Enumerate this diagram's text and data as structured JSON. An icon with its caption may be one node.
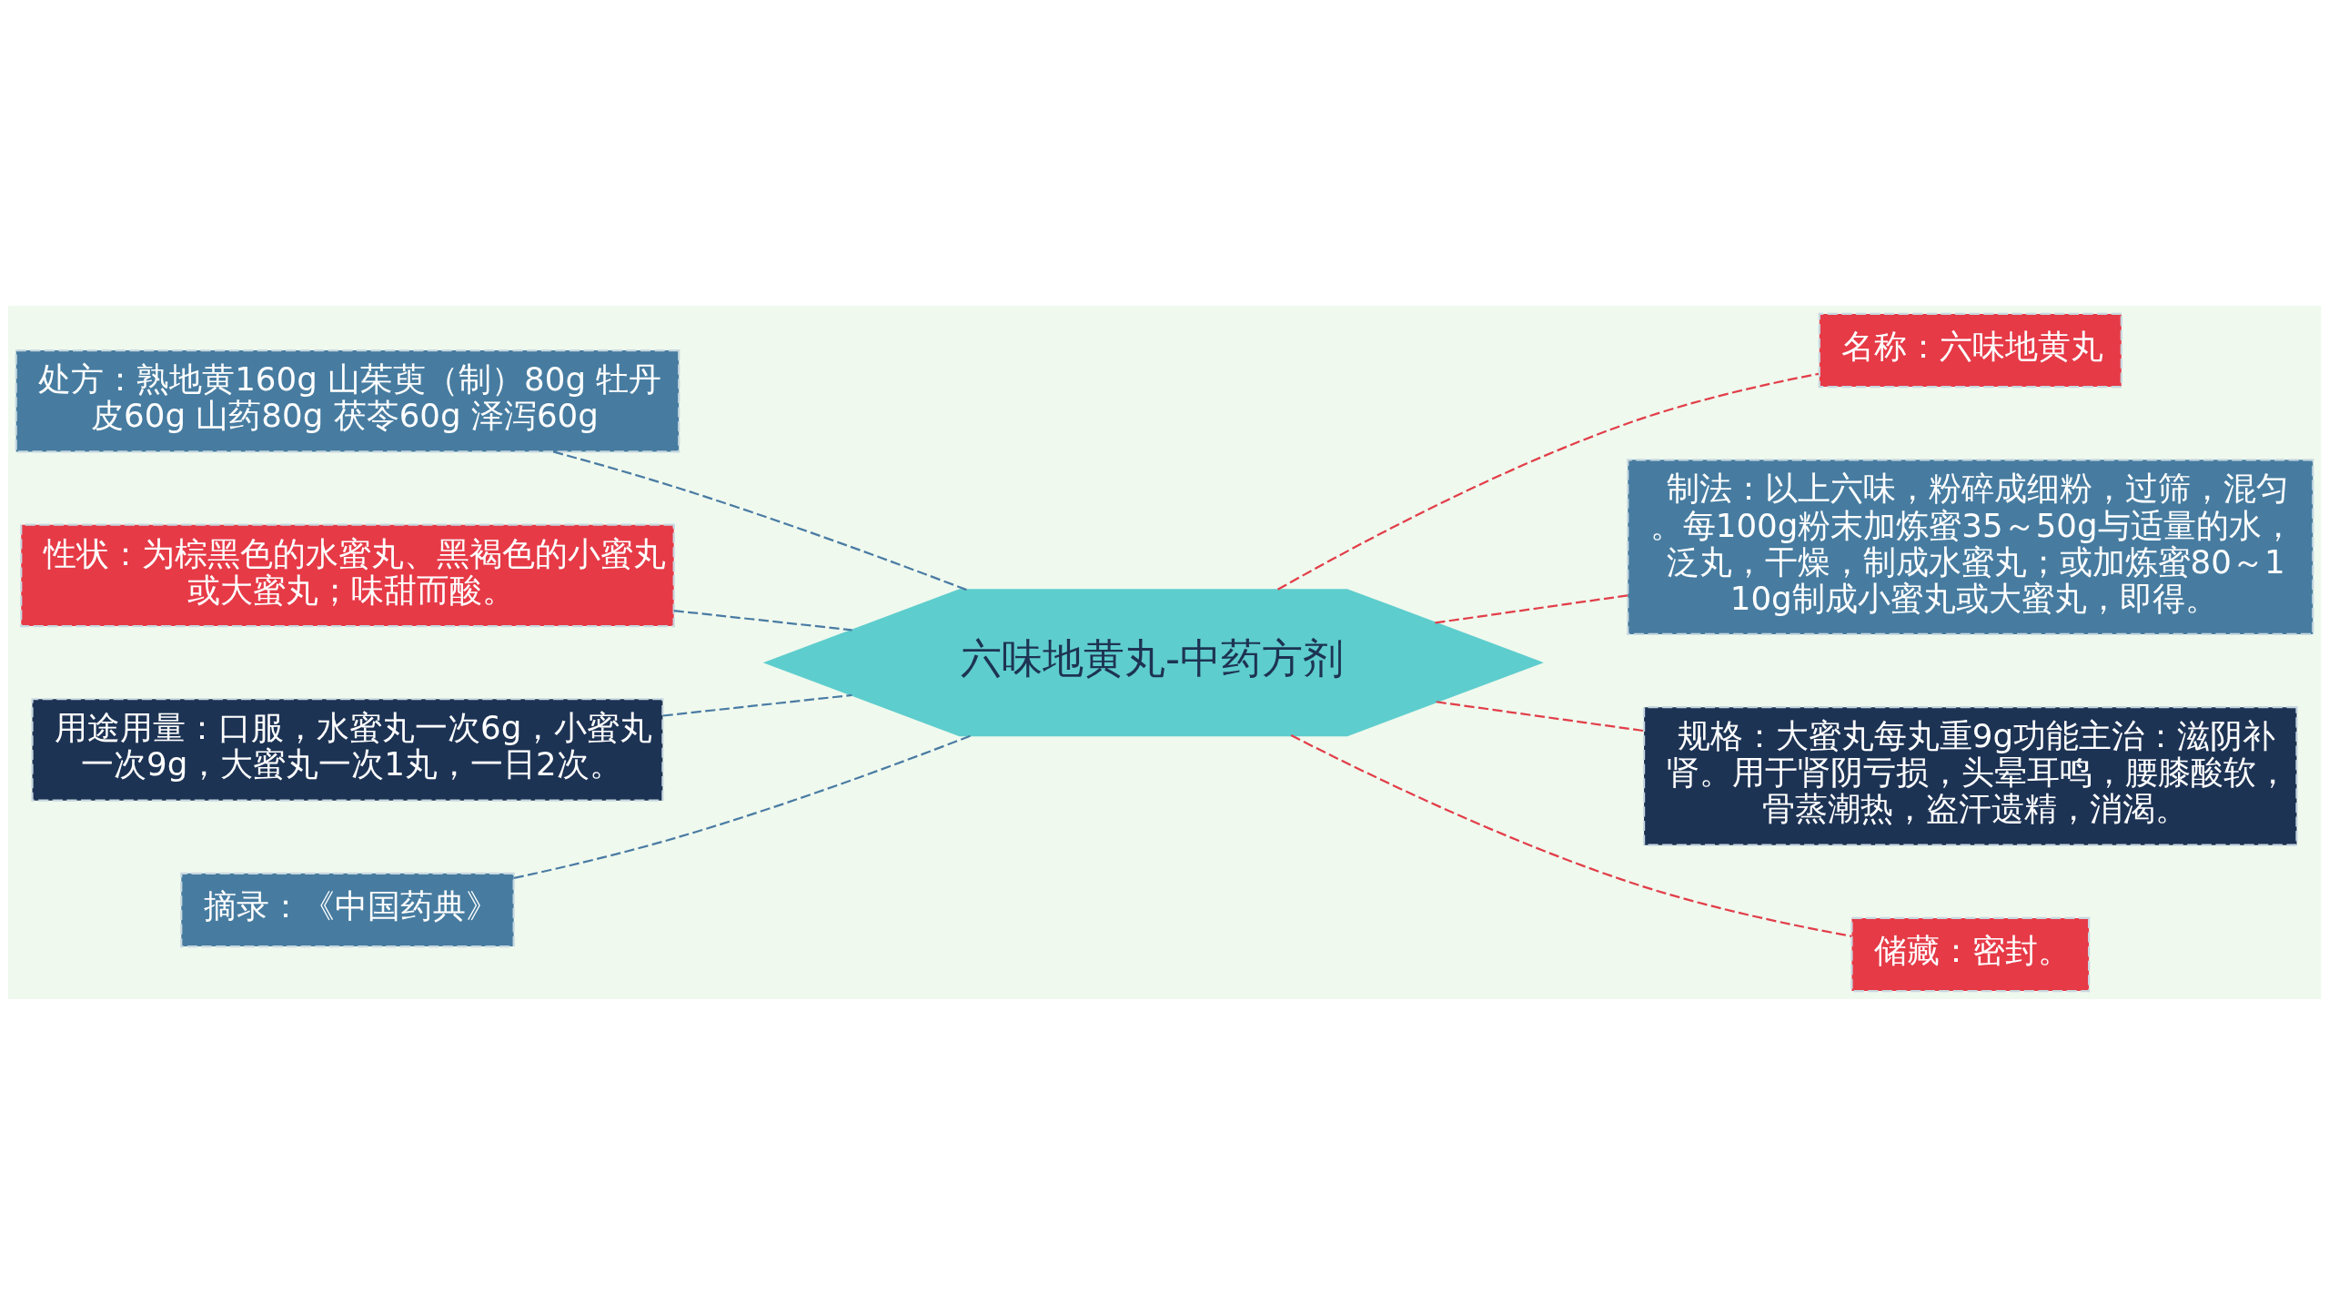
{
  "diagram": {
    "nodes": [
      {
        "text": [
          "六味地黄丸-中药方剂"
        ]
      },
      {
        "text": [
          "处方：熟地黄160g 山茱萸（制）80g 牡丹皮60g 山药80g 茯苓60g 泽泻60g"
        ]
      },
      {
        "text": [
          "性状：为棕黑色的水蜜丸、黑褐色的小蜜丸或大蜜丸；味甜而酸。"
        ]
      },
      {
        "text": [
          "用途用量：口服，水蜜丸一次6g，小蜜丸一次9g，大蜜丸一次1丸，一日2次。"
        ]
      },
      {
        "text": [
          "摘录：《中国药典》"
        ]
      },
      {
        "text": [
          "名称：六味地黄丸"
        ]
      },
      {
        "text": [
          "制法：以上六味，粉碎成细粉，过筛，混匀。每100g粉末加炼蜜35～50g与适量的水，泛丸，干燥，制成水蜜丸；或加炼蜜80～110g制成小蜜丸或大蜜丸，即得。"
        ]
      },
      {
        "text": [
          "规格：大蜜丸每丸重9g功能主治：滋阴补肾。用于肾阴亏损，头晕耳鸣，腰膝酸软，骨蒸潮热，盗汗遗精，消渴。"
        ]
      },
      {
        "text": [
          "储藏：密封。"
        ]
      }
    ],
    "edges": [
      {
        "from": 0,
        "to": 1,
        "arrow": "none",
        "style": "dashed",
        "color": "#4a7ba3"
      },
      {
        "from": 0,
        "to": 2,
        "arrow": "none",
        "style": "dashed",
        "color": "#4a7ba3"
      },
      {
        "from": 0,
        "to": 3,
        "arrow": "none",
        "style": "dashed",
        "color": "#4a7ba3"
      },
      {
        "from": 0,
        "to": 4,
        "arrow": "none",
        "style": "dashed",
        "color": "#4a7ba3"
      },
      {
        "from": 0,
        "to": 5,
        "arrow": "none",
        "style": "dashed",
        "color": "#e23d48"
      },
      {
        "from": 0,
        "to": 6,
        "arrow": "none",
        "style": "dashed",
        "color": "#e23d48"
      },
      {
        "from": 0,
        "to": 7,
        "arrow": "none",
        "style": "dashed",
        "color": "#e23d48"
      },
      {
        "from": 0,
        "to": 8,
        "arrow": "none",
        "style": "dashed",
        "color": "#e23d48"
      }
    ]
  }
}
